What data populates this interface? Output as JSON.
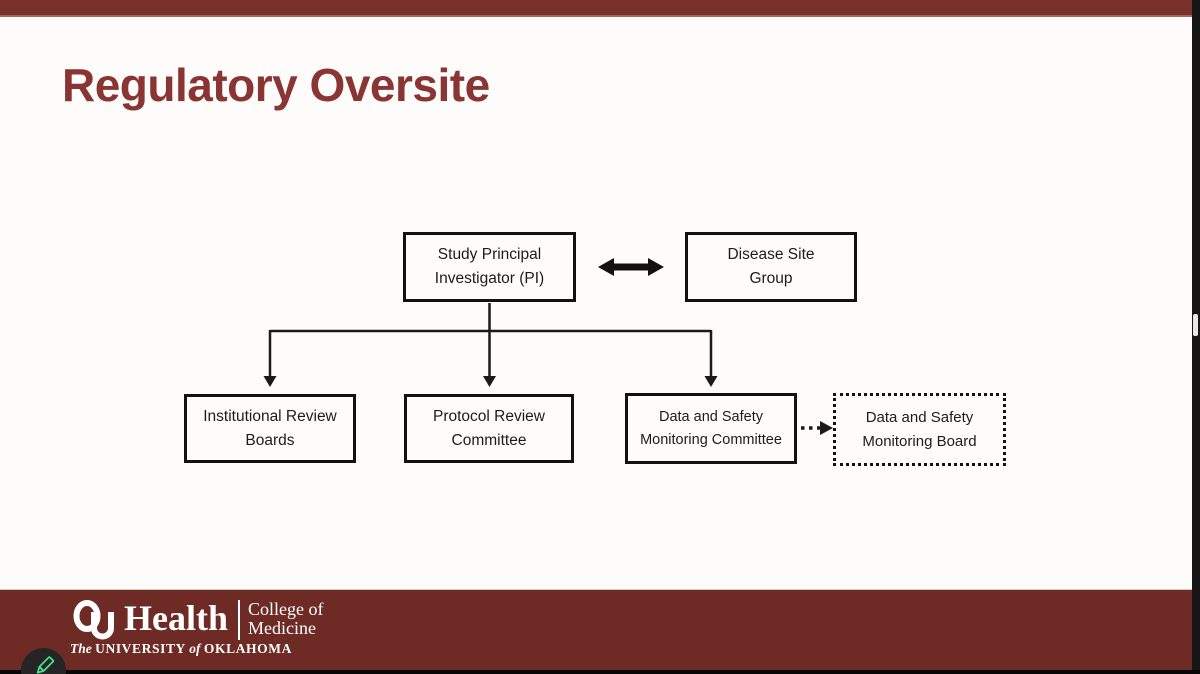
{
  "page": {
    "title": "Regulatory Oversite"
  },
  "diagram": {
    "nodes": [
      {
        "id": "study-pi",
        "label": "Study Principal\nInvestigator (PI)",
        "border": "solid"
      },
      {
        "id": "disease-site-group",
        "label": "Disease Site\nGroup",
        "border": "solid"
      },
      {
        "id": "institutional-review-boards",
        "label": "Institutional Review\nBoards",
        "border": "solid"
      },
      {
        "id": "protocol-review-committee",
        "label": "Protocol Review\nCommittee",
        "border": "solid"
      },
      {
        "id": "data-safety-monitoring-committee",
        "label": "Data and Safety\nMonitoring Committee",
        "border": "solid"
      },
      {
        "id": "data-safety-monitoring-board",
        "label": "Data and Safety\nMonitoring Board",
        "border": "dotted"
      }
    ],
    "edges": [
      {
        "from": "study-pi",
        "to": "disease-site-group",
        "style": "thick-double-arrow"
      },
      {
        "from": "study-pi",
        "to": "institutional-review-boards",
        "style": "arrow"
      },
      {
        "from": "study-pi",
        "to": "protocol-review-committee",
        "style": "arrow"
      },
      {
        "from": "study-pi",
        "to": "data-safety-monitoring-committee",
        "style": "arrow"
      },
      {
        "from": "data-safety-monitoring-committee",
        "to": "data-safety-monitoring-board",
        "style": "dotted-arrow"
      }
    ]
  },
  "footer": {
    "brand": {
      "monogram": "OU",
      "name": "Health",
      "college_line1": "College of",
      "college_line2": "Medicine",
      "tagline": {
        "t1": "The",
        "t2": "UNIVERSITY",
        "t3": "of",
        "t4": "OKLAHOMA"
      }
    }
  },
  "colors": {
    "top_bar_maroon": "#7A312B",
    "footer_maroon": "#6E2B25",
    "title_maroon": "#8A3534",
    "box_ink": "#121212",
    "pencil_green": "#4BE18C"
  }
}
